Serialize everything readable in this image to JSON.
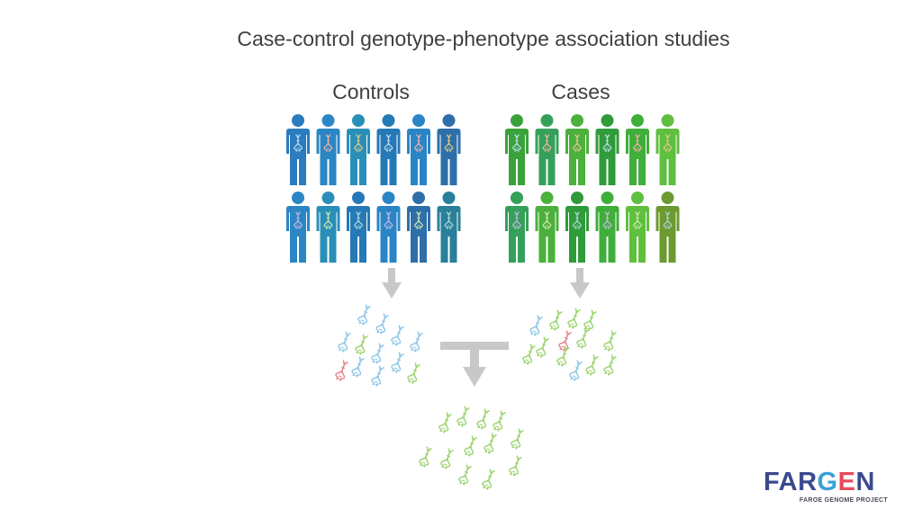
{
  "title": "Case-control genotype-phenotype association studies",
  "groups": {
    "controls_label": "Controls",
    "cases_label": "Cases"
  },
  "palette": {
    "controls": [
      "#2b7bbf",
      "#2a86c4",
      "#2a8fb8",
      "#2679b7",
      "#2a85c6",
      "#2e6fa9",
      "#2a7f9a",
      "#4b6fb5"
    ],
    "cases": [
      "#3aa23a",
      "#35a05a",
      "#4bb03c",
      "#2f9b3a",
      "#3fae3a",
      "#5fbf3f",
      "#6b9a2f",
      "#48a83d"
    ],
    "dna_blue": "#8ec6e6",
    "dna_green": "#9bd46f",
    "dna_red": "#e8848a",
    "arrow": "#c8c8c8"
  },
  "logo": {
    "letters": [
      "F",
      "A",
      "R",
      "G",
      "E",
      "N"
    ],
    "subtitle": "FAROE GENOME PROJECT"
  }
}
